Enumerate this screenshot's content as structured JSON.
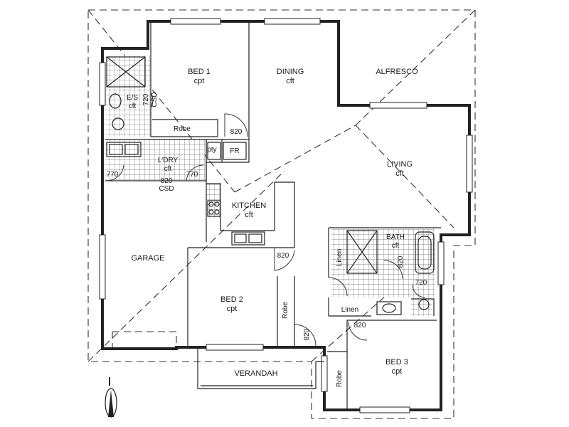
{
  "rooms": {
    "bed1": {
      "name": "BED 1",
      "floor": "cpt"
    },
    "dining": {
      "name": "DINING",
      "floor": "cft"
    },
    "alfresco": {
      "name": "ALFRESCO"
    },
    "ensuite": {
      "name": "E/S",
      "floor": "cft"
    },
    "robe1": {
      "name": "Robe"
    },
    "laundry": {
      "name": "L'DRY",
      "floor": "cft"
    },
    "living": {
      "name": "LIVING",
      "floor": "cft"
    },
    "kitchen": {
      "name": "KITCHEN",
      "floor": "cft"
    },
    "garage": {
      "name": "GARAGE"
    },
    "bath": {
      "name": "BATH",
      "floor": "cft"
    },
    "linen_closet": {
      "name": "Linen"
    },
    "linen_cupboard": {
      "name": "Linen"
    },
    "bed2": {
      "name": "BED 2",
      "floor": "cpt"
    },
    "robe2": {
      "name": "Robe"
    },
    "bed3": {
      "name": "BED 3",
      "floor": "cpt"
    },
    "robe3": {
      "name": "Robe"
    },
    "verandah": {
      "name": "VERANDAH"
    },
    "pantry": {
      "name": "pty"
    },
    "fridge": {
      "name": "FR"
    }
  },
  "annotations": {
    "csd_ensuite": "CSD",
    "csd_laundry": "CSD",
    "d720_ensuite": "720",
    "d820_bed1": "820",
    "d770_left": "770",
    "d770_right": "770",
    "d820_laundry": "820",
    "d820_bed2": "820",
    "d820_hall": "820",
    "d820_bath": "820",
    "d720_wc": "720",
    "d820_bed3": "820"
  },
  "north_icon": "north-arrow-icon"
}
